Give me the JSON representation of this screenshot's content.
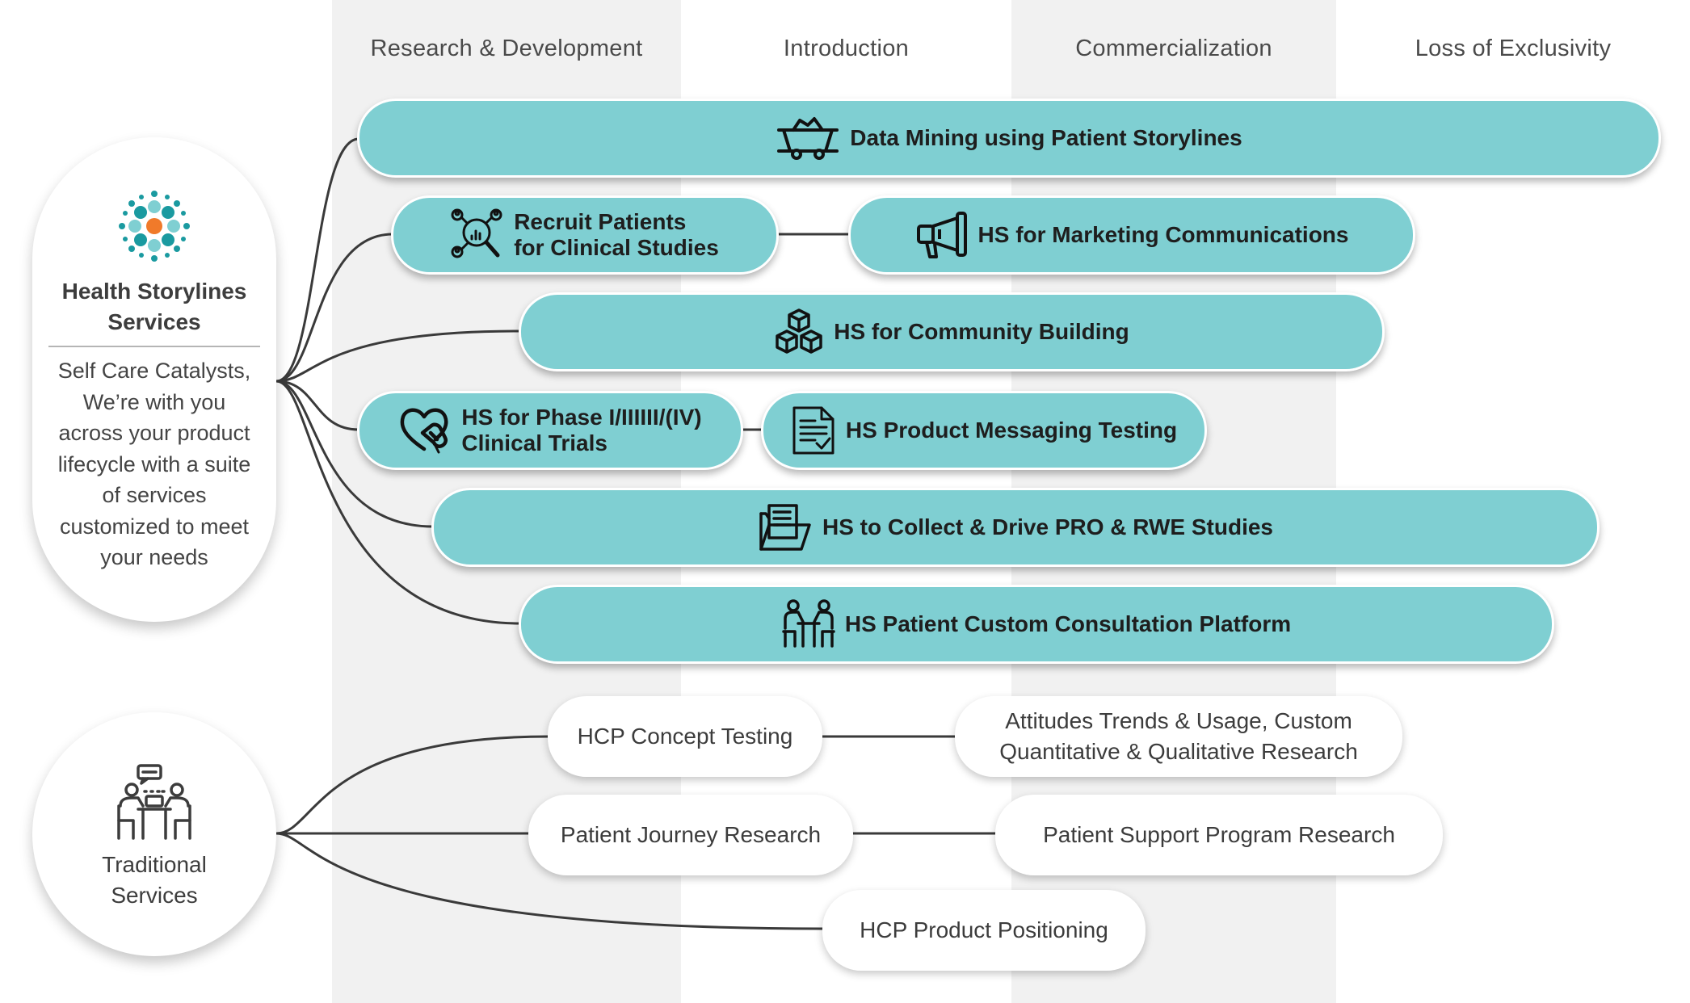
{
  "columns": [
    {
      "label": "Research & Development"
    },
    {
      "label": "Introduction"
    },
    {
      "label": "Commercialization"
    },
    {
      "label": "Loss of Exclusivity"
    }
  ],
  "health_hub": {
    "title_line1": "Health Storylines",
    "title_line2": "Services",
    "description": [
      "Self Care Catalysts,",
      "We’re with you",
      "across your product",
      "lifecycle with a suite",
      "of services",
      "customized to meet",
      "your needs"
    ],
    "logo_icon": "health-storylines-logo-icon"
  },
  "traditional_hub": {
    "title_line1": "Traditional",
    "title_line2": "Services",
    "icon": "meeting-people-icon"
  },
  "hs_services": [
    {
      "label": "Data Mining using Patient Storylines",
      "icon": "mining-cart-icon"
    },
    {
      "label_line1": "Recruit Patients",
      "label_line2": "for Clinical Studies",
      "icon": "magnifier-people-icon"
    },
    {
      "label": "HS for Marketing Communications",
      "icon": "megaphone-icon"
    },
    {
      "label": "HS for Community Building",
      "icon": "blocks-icon"
    },
    {
      "label_line1": "HS for Phase I/IIIIII/(IV)",
      "label_line2": "Clinical Trials",
      "icon": "heart-pill-icon"
    },
    {
      "label": "HS Product Messaging Testing",
      "icon": "checklist-document-icon"
    },
    {
      "label": "HS to Collect & Drive PRO & RWE Studies",
      "icon": "folder-files-icon"
    },
    {
      "label": "HS Patient Custom Consultation Platform",
      "icon": "consultation-icon"
    }
  ],
  "traditional_services": [
    {
      "label": "HCP Concept Testing"
    },
    {
      "label_line1": "Attitudes Trends & Usage, Custom",
      "label_line2": "Quantitative & Qualitative Research"
    },
    {
      "label": "Patient Journey Research"
    },
    {
      "label": "Patient Support Program Research"
    },
    {
      "label": "HCP Product Positioning"
    }
  ],
  "colors": {
    "teal_pill": "#7fcfd2",
    "band": "#f1f1f1",
    "connector": "#3a3a3a",
    "logo_teal": "#1a9aa0",
    "logo_orange": "#f07a2a"
  }
}
